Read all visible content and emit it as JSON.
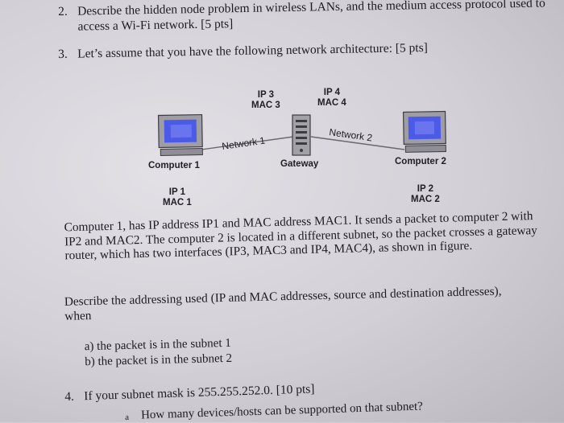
{
  "q2": {
    "number": "2.",
    "text": "Describe the hidden node problem in wireless LANs, and the medium access protocol used to access a Wi-Fi network. [5 pts]"
  },
  "q3": {
    "number": "3.",
    "text": "Let’s assume that you have the following network architecture: [5 pts]"
  },
  "diagram": {
    "computer1": {
      "label": "Computer 1",
      "ip": "IP 1",
      "mac": "MAC 1"
    },
    "computer2": {
      "label": "Computer 2",
      "ip": "IP 2",
      "mac": "MAC 2"
    },
    "gateway": {
      "label": "Gateway"
    },
    "if3": {
      "ip": "IP 3",
      "mac": "MAC 3"
    },
    "if4": {
      "ip": "IP 4",
      "mac": "MAC 4"
    },
    "network1": "Network 1",
    "network2": "Network 2"
  },
  "paragraph1": "Computer 1, has IP address IP1 and MAC address MAC1. It sends a packet to computer 2 with IP2 and MAC2. The computer 2 is located in a different subnet, so the packet crosses a gateway router, which has two interfaces (IP3, MAC3 and IP4, MAC4), as shown in figure.",
  "paragraph2": "Describe the addressing used (IP and MAC addresses, source and destination addresses), when",
  "items": [
    "a)  the packet is in the subnet 1",
    "b)  the packet is in the subnet 2"
  ],
  "q4": {
    "number": "4.",
    "text": "If your subnet mask is 255.255.252.0. [10 pts]"
  },
  "q4a": {
    "letter": "a",
    "text": "How many devices/hosts can be supported on that subnet?"
  }
}
